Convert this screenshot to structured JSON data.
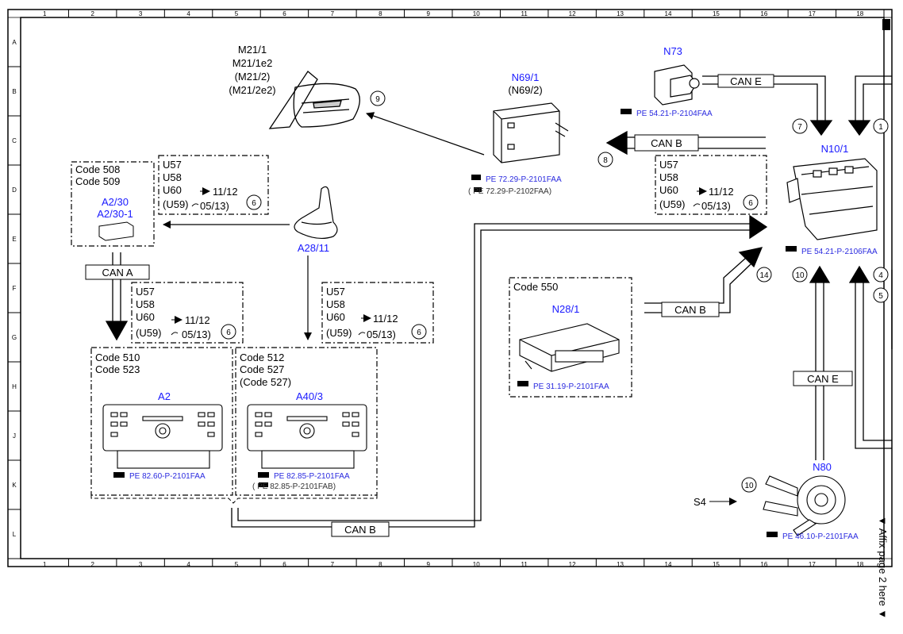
{
  "grid": {
    "columns": [
      "1",
      "2",
      "3",
      "4",
      "5",
      "6",
      "7",
      "8",
      "9",
      "10",
      "11",
      "12",
      "13",
      "14",
      "15",
      "16",
      "17",
      "18"
    ],
    "rows": [
      "A",
      "B",
      "C",
      "D",
      "E",
      "F",
      "G",
      "H",
      "J",
      "K",
      "L"
    ]
  },
  "mirror": {
    "line1": "M21/1",
    "line2": "M21/1e2",
    "line3": "(M21/2)",
    "line4": "(M21/2e2)",
    "callout": "9"
  },
  "n69": {
    "id": "N69/1",
    "alt": "(N69/2)",
    "ref1": "PE 72.29-P-2101FAA",
    "ref2": "(   PE 72.29-P-2102FAA)",
    "callout": "8"
  },
  "n73": {
    "id": "N73",
    "ref": "PE 54.21-P-2104FAA"
  },
  "n10": {
    "id": "N10/1",
    "ref": "PE 54.21-P-2106FAA",
    "callouts": [
      "7",
      "1",
      "14",
      "10",
      "4",
      "5"
    ]
  },
  "code_box_a2_30": {
    "line1": "Code 508",
    "line2": "Code 509",
    "id1": "A2/30",
    "id2": "A2/30-1"
  },
  "variant_box": {
    "u1": "U57",
    "u2": "U58",
    "u3": "U60",
    "u3val": "11/12",
    "u4": "(U59)",
    "u4val": "05/13)",
    "callout": "6"
  },
  "variant_box_f": {
    "u4val": "05/13)"
  },
  "antenna": {
    "id": "A28/11"
  },
  "code_box_a2": {
    "line1": "Code 510",
    "line2": "Code 523",
    "id": "A2",
    "ref": "PE 82.60-P-2101FAA"
  },
  "code_box_a40": {
    "line1": "Code 512",
    "line2": "Code 527",
    "line3": "(Code 527)",
    "id": "A40/3",
    "ref1": "PE 82.85-P-2101FAA",
    "ref2": "(   PE 82.85-P-2101FAB)"
  },
  "code_box_n28": {
    "line1": "Code 550",
    "id": "N28/1",
    "ref": "PE 31.19-P-2101FAA"
  },
  "n80": {
    "id": "N80",
    "ref": "PE 46.10-P-2101FAA",
    "s4": "S4",
    "callout": "10"
  },
  "can_labels": {
    "can_e_top": "CAN E",
    "can_b_top": "CAN B",
    "can_a": "CAN A",
    "can_b_mid": "CAN B",
    "can_e_right": "CAN E",
    "can_b_bottom": "CAN B"
  },
  "side_note": "▼ Affix page 2 here ▼"
}
